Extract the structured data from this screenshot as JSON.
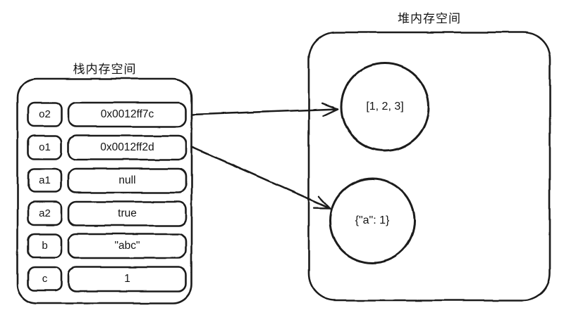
{
  "stack": {
    "title": "栈内存空间",
    "rows": [
      {
        "label": "o2",
        "value": "0x0012ff7c"
      },
      {
        "label": "o1",
        "value": "0x0012ff2d"
      },
      {
        "label": "a1",
        "value": "null"
      },
      {
        "label": "a2",
        "value": "true"
      },
      {
        "label": "b",
        "value": "\"abc\""
      },
      {
        "label": "c",
        "value": "1"
      }
    ]
  },
  "heap": {
    "title": "堆内存空间",
    "objects": [
      {
        "value": "[1, 2, 3]"
      },
      {
        "value": "{\"a\": 1}"
      }
    ]
  },
  "arrows": [
    {
      "from": "o2",
      "to": "[1, 2, 3]"
    },
    {
      "from": "o1",
      "to": "{\"a\": 1}"
    }
  ],
  "colors": {
    "stroke": "#1a1a1a",
    "background": "#ffffff",
    "text": "#141414"
  }
}
